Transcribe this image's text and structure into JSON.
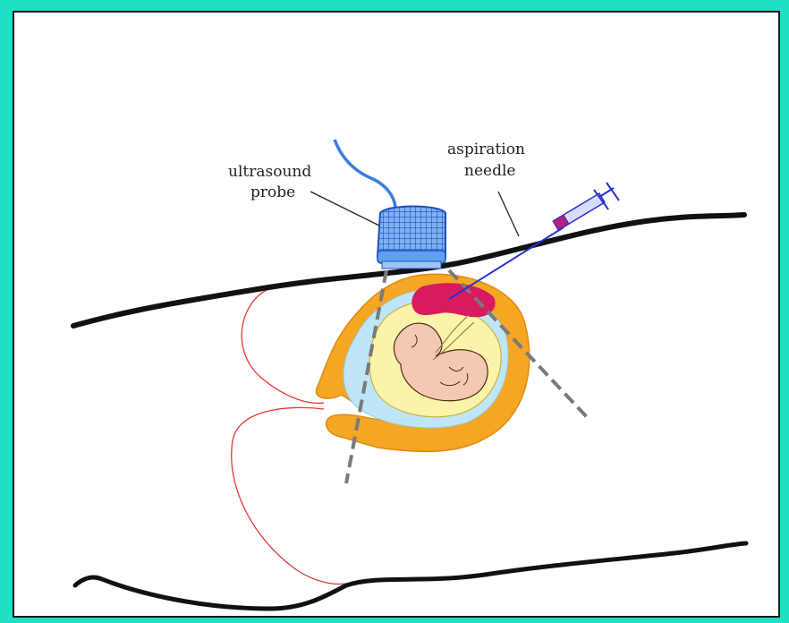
{
  "labels": {
    "probe_line1": "ultrasound",
    "probe_line2": "probe",
    "needle_line1": "aspiration",
    "needle_line2": "needle"
  },
  "colors": {
    "background": "#1de0c4",
    "outline": "#1a1a1a",
    "probe_blue": "#3b7de0",
    "uterus_orange": "#f5a623",
    "placenta_magenta": "#d81b60",
    "amniotic_yellow": "#fbf3a8",
    "fluid_light_blue": "#bfe6f7",
    "fetus_skin": "#f2c9b1",
    "needle_blue": "#2b2fd0",
    "bladder_red_outline": "#e53935"
  }
}
